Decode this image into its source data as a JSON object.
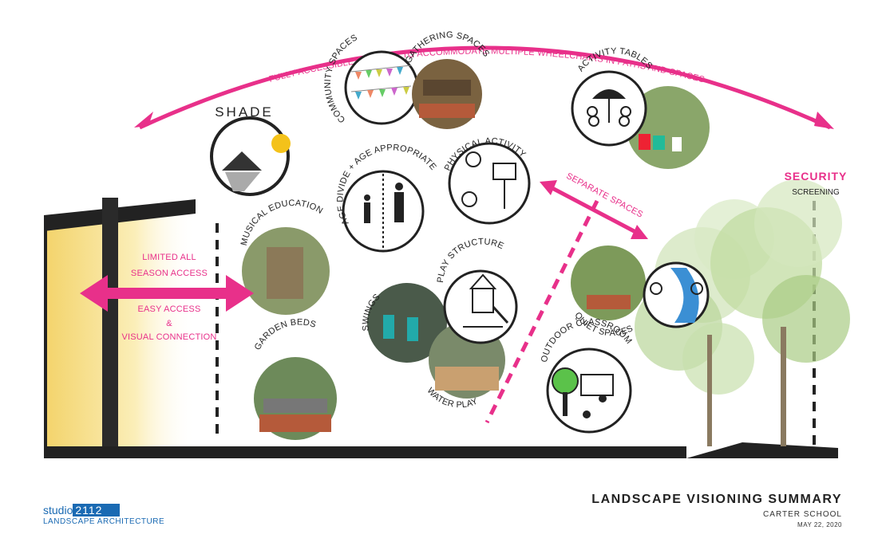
{
  "banner": "FULLY ACCESSIBLE AND ABLE TO ACCOMMODATE MULTIPLE WHEELCHAIRS IN PATHS AND SPACES",
  "labels": {
    "shade": "SHADE",
    "community_spaces": "COMMUNITY SPACES",
    "gathering_spaces": "GATHERING SPACES",
    "activity_tables": "ACTIVITY TABLES",
    "physical_activity": "PHYSICAL ACTIVITY",
    "age_divide": "AGE DIVIDE + AGE APPROPRIATE",
    "musical_education": "MUSICAL EDUCATION",
    "swings": "SWINGS",
    "play_structure": "PLAY STRUCTURE",
    "water_play": "WATER PLAY",
    "garden_beds": "GARDEN BEDS",
    "quiet_spaces": "QUIET SPACES",
    "outdoor_classroom": "OUTDOOR CLASSROOM",
    "separate_spaces": "SEPARATE SPACES"
  },
  "security": {
    "title": "SECURITY",
    "subtitle": "SCREENING"
  },
  "access": {
    "line1": "LIMITED ALL",
    "line2": "SEASON ACCESS",
    "line3": "EASY ACCESS",
    "line4": "&",
    "line5": "VISUAL CONNECTION"
  },
  "footer": {
    "title": "LANDSCAPE VISIONING SUMMARY",
    "subtitle": "CARTER SCHOOL",
    "date": "MAY 22, 2020"
  },
  "brand": {
    "name": "studio",
    "number": "2112",
    "tagline": "LANDSCAPE ARCHITECTURE"
  },
  "colors": {
    "accent": "#e8308a",
    "brand": "#1a6ab3"
  }
}
